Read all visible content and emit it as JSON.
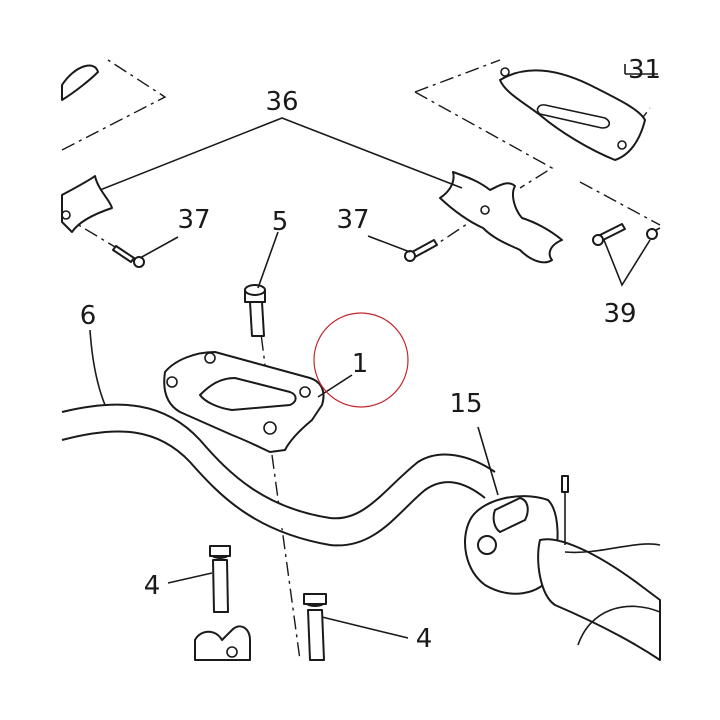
{
  "callouts": {
    "c36": "36",
    "c37a": "37",
    "c37b": "37",
    "c5": "5",
    "c31": "31",
    "c39": "39",
    "c6": "6",
    "c1": "1",
    "c15": "15",
    "c4a": "4",
    "c4b": "4"
  },
  "colors": {
    "ink": "#1a1a1a",
    "highlight_circle": "#c0282d"
  }
}
